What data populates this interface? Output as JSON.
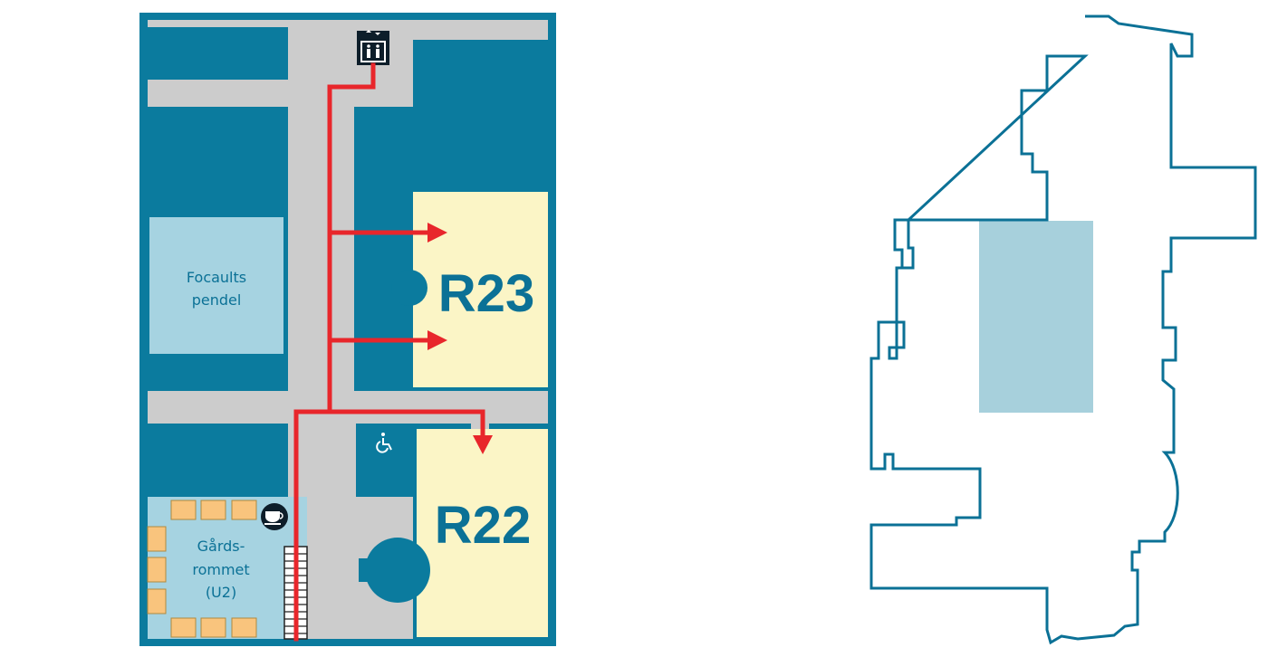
{
  "colors": {
    "wall": "#0b7b9e",
    "corridor": "#cccccc",
    "room_blue": "#a6d3e1",
    "room_yellow": "#fbf5c6",
    "route": "#e8262b",
    "furniture": "#f9c47d",
    "outline": "#0b7196",
    "highlight": "#a7d0dc",
    "icon_dark": "#0d1e2a"
  },
  "labels": {
    "focault_line1": "Focaults",
    "focault_line2": "pendel",
    "gard_line1": "Gårds-",
    "gard_line2": "rommet",
    "gard_line3": "(U2)",
    "room_r23": "R23",
    "room_r22": "R22"
  },
  "icons": {
    "elevator": "elevator-icon",
    "wheelchair": "wheelchair-accessible-icon",
    "cafe": "coffee-cup-icon",
    "stairs": "stairs-icon"
  }
}
